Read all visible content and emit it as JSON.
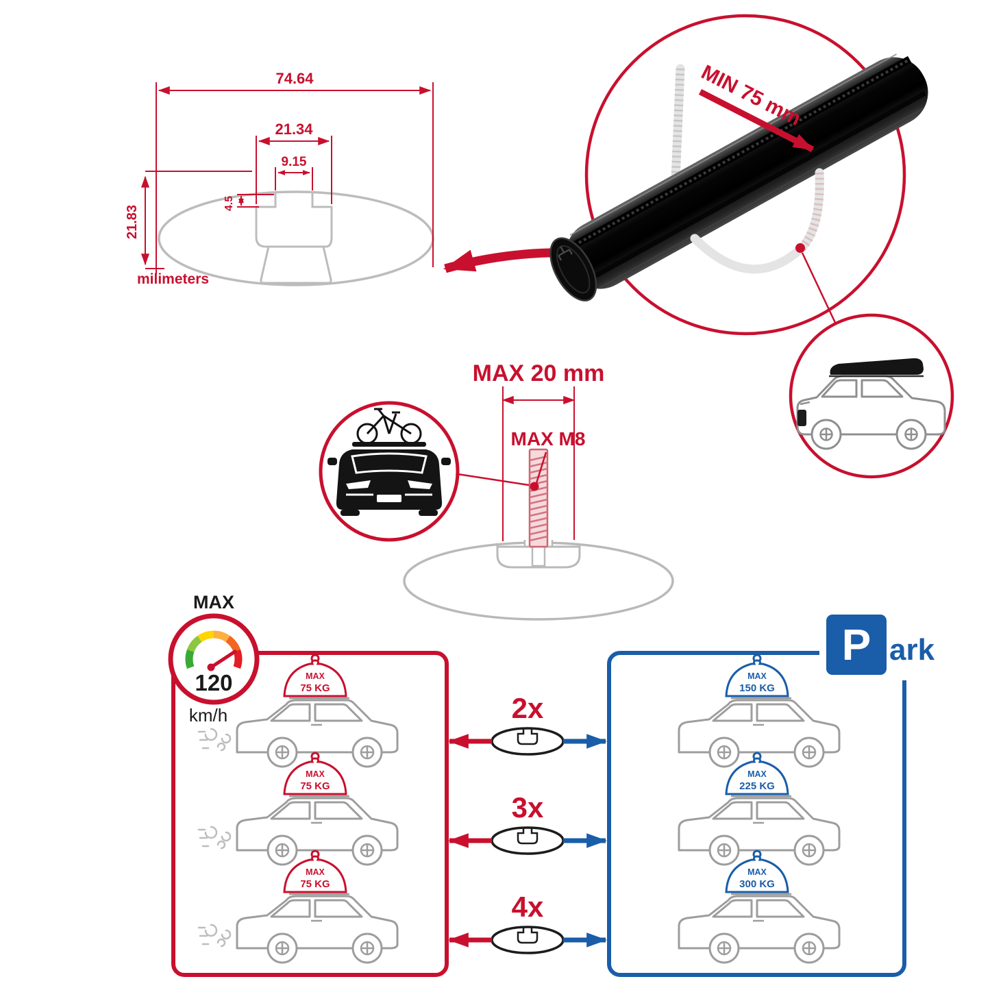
{
  "colors": {
    "red": "#C8102E",
    "blue": "#1A5DA8",
    "gray": "#BCBCBC",
    "black": "#111111"
  },
  "profile_dimensions": {
    "total_width": "74.64",
    "channel_width": "21.34",
    "slot_width": "9.15",
    "lip_depth": "4.5",
    "total_height": "21.83",
    "units_label": "milimeters"
  },
  "clamp_detail": {
    "min_clearance_label": "MIN 75 mm"
  },
  "bolt_detail": {
    "max_length_label": "MAX 20 mm",
    "max_thread_label": "MAX M8"
  },
  "speed_limit": {
    "top_label": "MAX",
    "value": "120",
    "unit_label": "km/h"
  },
  "driving_panel": {
    "cars": [
      {
        "load_label": "MAX",
        "load_value": "75 KG"
      },
      {
        "load_label": "MAX",
        "load_value": "75 KG"
      },
      {
        "load_label": "MAX",
        "load_value": "75 KG"
      }
    ]
  },
  "bar_options": [
    {
      "count_label": "2x"
    },
    {
      "count_label": "3x"
    },
    {
      "count_label": "4x"
    }
  ],
  "parking_panel": {
    "sign_letter": "P",
    "sign_suffix": "ark",
    "cars": [
      {
        "load_label": "MAX",
        "load_value": "150 KG"
      },
      {
        "load_label": "MAX",
        "load_value": "225 KG"
      },
      {
        "load_label": "MAX",
        "load_value": "300 KG"
      }
    ]
  }
}
